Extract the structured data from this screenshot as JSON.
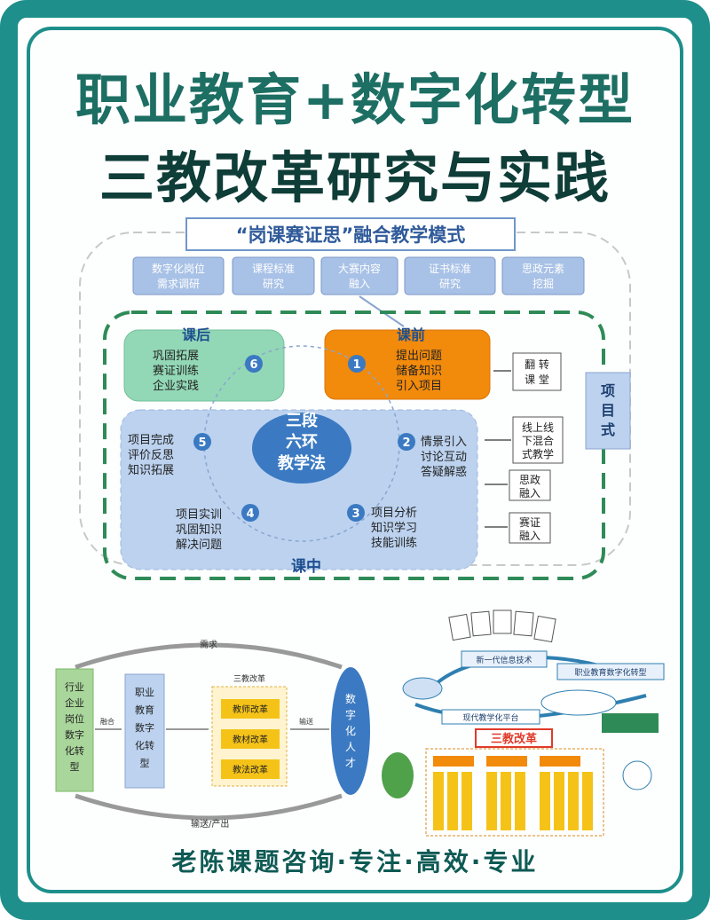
{
  "title": {
    "line1": "职业教育+数字化转型",
    "line2": "三教改革研究与实践"
  },
  "model": {
    "heading": "“岗课赛证思”融合教学模式",
    "top_boxes": [
      [
        "数字化岗位",
        "需求调研"
      ],
      [
        "课程标准",
        "研究"
      ],
      [
        "大赛内容",
        "融入"
      ],
      [
        "证书标准",
        "研究"
      ],
      [
        "思政元素",
        "挖掘"
      ]
    ],
    "pre_label": "课前",
    "pre_items": [
      "提出问题",
      "储备知识",
      "引入项目"
    ],
    "post_label": "课后",
    "post_items": [
      "巩固拓展",
      "赛证训练",
      "企业实践"
    ],
    "mid_label": "课中",
    "center": [
      "三段",
      "六环",
      "教学法"
    ],
    "step5": [
      "项目完成",
      "评价反思",
      "知识拓展"
    ],
    "step2": [
      "情景引入",
      "讨论互动",
      "答疑解惑"
    ],
    "step4": [
      "项目实训",
      "巩固知识",
      "解决问题"
    ],
    "step3": [
      "项目分析",
      "知识学习",
      "技能训练"
    ],
    "side_boxes": [
      [
        "翻 转",
        "课 堂"
      ],
      [
        "线上线",
        "下混合",
        "式教学"
      ],
      [
        "思政",
        "融入"
      ],
      [
        "赛证",
        "融入"
      ]
    ],
    "project_label": [
      "项",
      "目",
      "式"
    ],
    "nums": [
      "1",
      "2",
      "3",
      "4",
      "5",
      "6"
    ]
  },
  "left_diagram": {
    "top_label": "需求",
    "bottom_label": "输送/产出",
    "industry": [
      "行业",
      "企业",
      "岗位",
      "数字",
      "化转",
      "型"
    ],
    "vocational": [
      "职业",
      "教育",
      "数字",
      "化转",
      "型"
    ],
    "three_label": "三教改革",
    "three_items": [
      "教师改革",
      "教材改革",
      "教法改革"
    ],
    "talent": [
      "数",
      "字",
      "化",
      "人",
      "才"
    ],
    "note1": "融合",
    "note2": "输送"
  },
  "right_diagram": {
    "reform": "三教改革",
    "tech": "新一代信息技术",
    "trans": "职业教育数字化转型",
    "platform": "现代教学化平台"
  },
  "footer": "老陈课题咨询·专注·高效·专业"
}
